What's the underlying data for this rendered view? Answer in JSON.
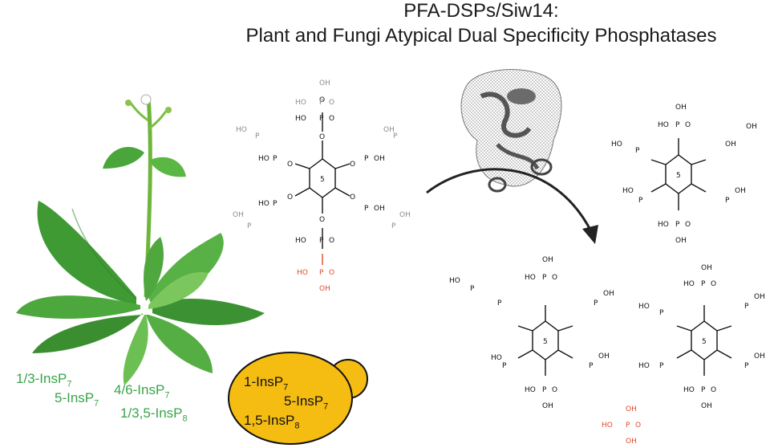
{
  "title_line1": "PFA-DSPs/Siw14:",
  "title_line2": "Plant and Fungi Atypical Dual Specificity Phosphatases",
  "plant_labels": [
    {
      "prefix": "1/3-InsP",
      "sub": "7"
    },
    {
      "prefix": "5-InsP",
      "sub": "7"
    },
    {
      "prefix": "4/6-InsP",
      "sub": "7"
    },
    {
      "prefix": "1/3,5-InsP",
      "sub": "8"
    }
  ],
  "yeast_labels": [
    {
      "prefix": "1-InsP",
      "sub": "7"
    },
    {
      "prefix": "5-InsP",
      "sub": "7"
    },
    {
      "prefix": "1,5-InsP",
      "sub": "8"
    }
  ],
  "chem": {
    "ring_position": "5",
    "oh": "OH",
    "ho": "HO",
    "o": "O",
    "p": "P"
  },
  "colors": {
    "plant_label": "#3aa34a",
    "yeast_fill": "#f5bc12",
    "released_phosphate": "#e0492a",
    "pyrophosphate_gray": "#8c8c8c"
  }
}
